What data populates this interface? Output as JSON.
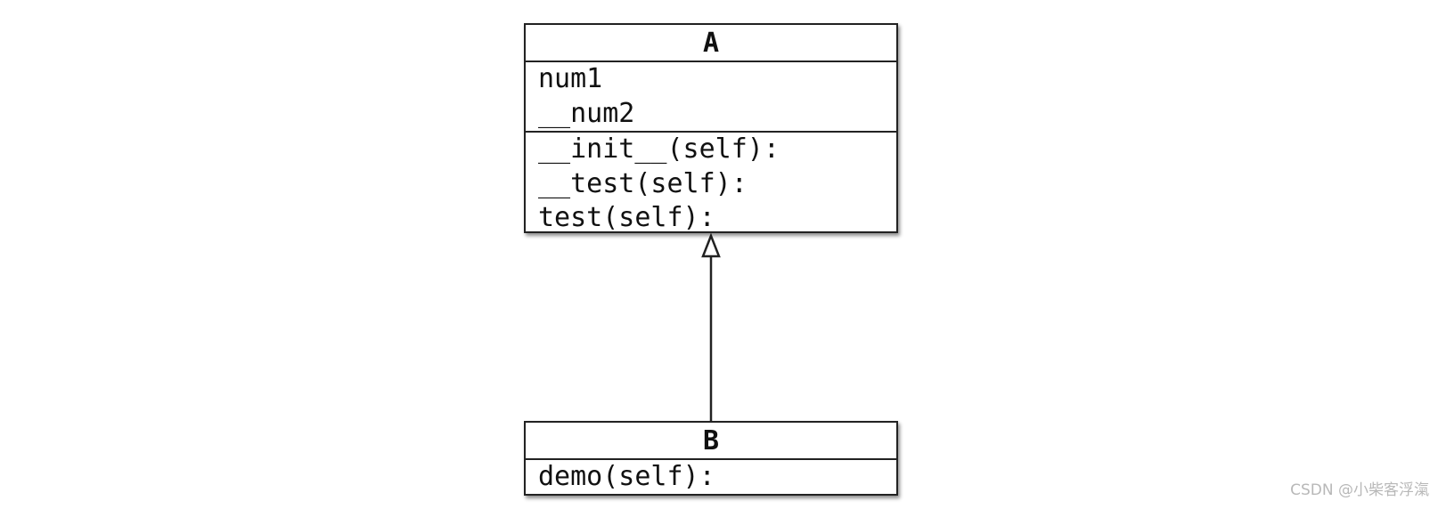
{
  "diagram": {
    "classes": {
      "a": {
        "name": "A",
        "attributes": [
          "num1",
          "__num2"
        ],
        "methods": [
          "__init__(self):",
          "__test(self):",
          "test(self):"
        ]
      },
      "b": {
        "name": "B",
        "methods": [
          "demo(self):"
        ]
      }
    },
    "relationship": {
      "type": "inheritance",
      "from": "B",
      "to": "A"
    }
  },
  "watermark": "CSDN @小柴客浮滊"
}
